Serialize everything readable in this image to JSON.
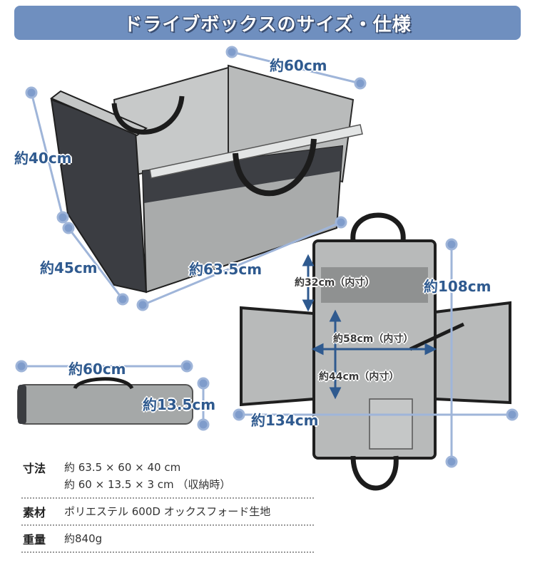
{
  "header": {
    "title": "ドライブボックスのサイズ・仕様"
  },
  "dimensions": {
    "box_width": "約60cm",
    "box_height": "約40cm",
    "box_depth": "約45cm",
    "box_length": "約63.5cm",
    "folded_width": "約60cm",
    "folded_height": "約13.5cm",
    "flat_height": "約108cm",
    "flat_width": "約134cm",
    "inner_top": "約32cm（内寸）",
    "inner_width": "約58cm（内寸）",
    "inner_depth": "約44cm（内寸）"
  },
  "specs": [
    {
      "label": "寸法",
      "values": [
        "約 63.5 × 60 × 40 cm",
        "約 60 × 13.5 × 3 cm （収納時）"
      ]
    },
    {
      "label": "素材",
      "values": [
        "ポリエステル 600D オックスフォード生地"
      ]
    },
    {
      "label": "重量",
      "values": [
        "約840g"
      ]
    }
  ],
  "colors": {
    "banner": "#6f8fbf",
    "dimension_text": "#2f5a8f",
    "dimension_line": "#9fb5d9",
    "fabric": "#b7b9b9",
    "dark_fabric": "#3a3c40"
  }
}
